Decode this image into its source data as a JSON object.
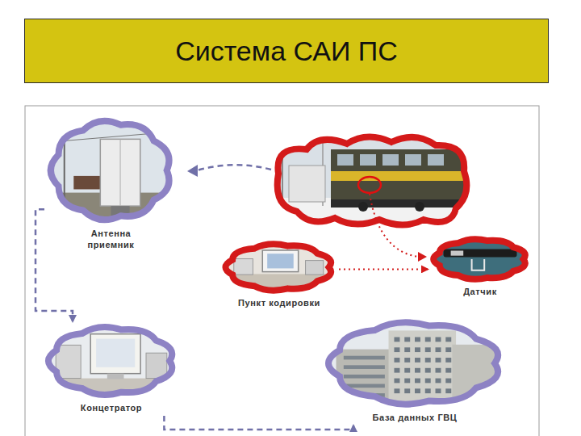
{
  "diagram": {
    "title": "Система САИ ПС",
    "nodes": [
      {
        "text": [
          "Антенна приемник"
        ]
      },
      {
        "text": [
          "Пункт кодировки"
        ]
      },
      {
        "text": [
          "Датчик"
        ]
      },
      {
        "text": [
          "Концетратор"
        ]
      },
      {
        "text": [
          "База данных ГВЦ"
        ]
      }
    ],
    "edges": [
      {
        "from": 0,
        "to": 3,
        "arrow": "to"
      },
      {
        "from": 3,
        "to": 4,
        "arrow": "to"
      },
      {
        "from": 1,
        "to": 2,
        "arrow": "to"
      }
    ]
  }
}
